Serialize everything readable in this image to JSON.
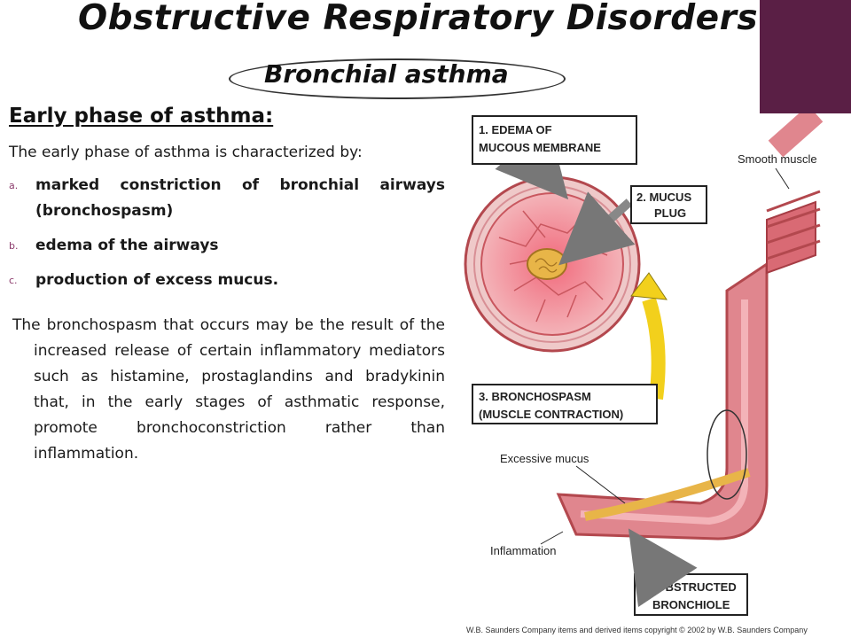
{
  "slide": {
    "title": "Obstructive Respiratory Disorders",
    "subtitle": "Bronchial asthma",
    "heading": "Early phase of asthma:",
    "intro": "The early phase of asthma is characterized by:",
    "items": [
      {
        "marker": "a.",
        "text": "marked constriction of bronchial airways (bronchospasm)"
      },
      {
        "marker": "b.",
        "text": "edema of the airways"
      },
      {
        "marker": "c.",
        "text": "production of excess mucus."
      }
    ],
    "paragraph": "The bronchospasm that occurs may be the result of the increased release of certain inflammatory mediators such as histamine, prostaglandins and bradykinin that, in the early stages of asthmatic response, promote bronchoconstriction rather than inflammation."
  },
  "figure": {
    "label1_line1": "1. EDEMA OF",
    "label1_line2": "MUCOUS MEMBRANE",
    "label2_line1": "2. MUCUS",
    "label2_line2": "PLUG",
    "label3_line1": "3. BRONCHOSPASM",
    "label3_line2": "(MUSCLE CONTRACTION)",
    "label4_line1": "4. OBSTRUCTED",
    "label4_line2": "BRONCHIOLE",
    "smooth_muscle": "Smooth muscle",
    "excessive_mucus": "Excessive mucus",
    "inflammation": "Inflammation",
    "copyright": "W.B. Saunders Company items and derived items copyright © 2002 by W.B. Saunders Company"
  },
  "colors": {
    "accent": "#5a1f45",
    "tissue": "#e0868e",
    "mucus": "#e8b548",
    "arrow": "#f2d01c"
  }
}
